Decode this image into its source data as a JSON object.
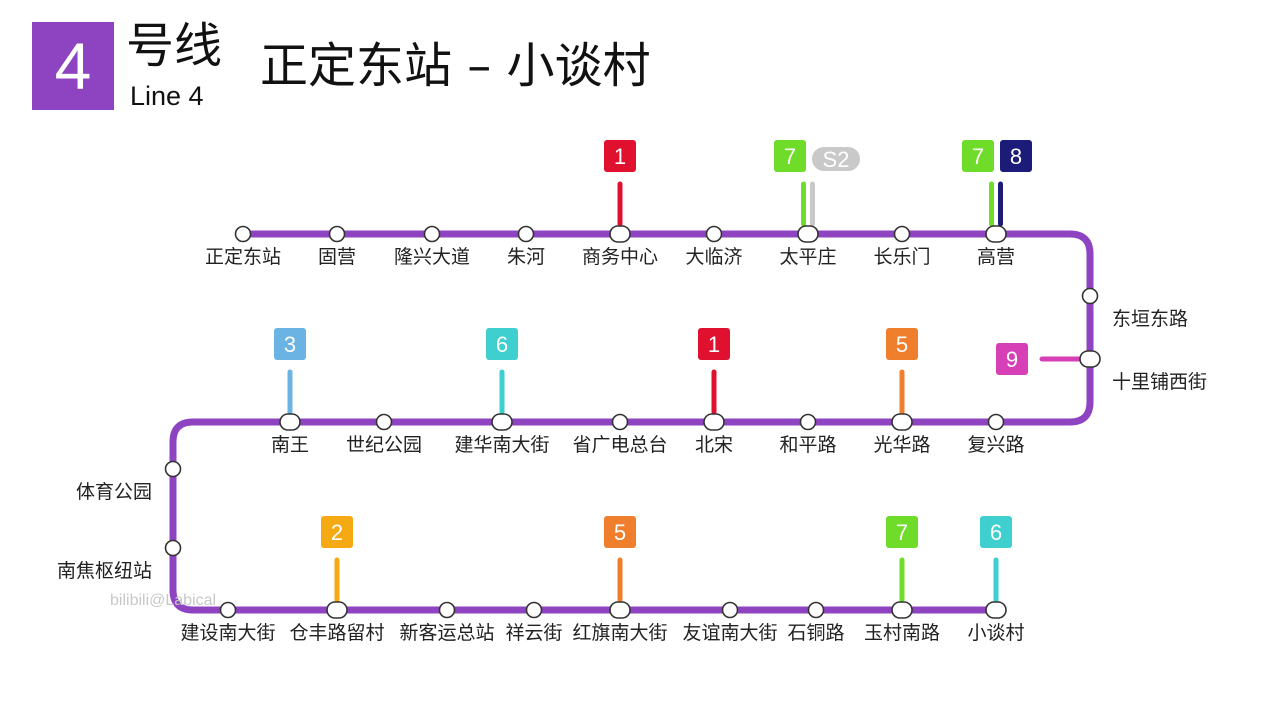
{
  "header": {
    "line_number": "4",
    "line_name_cn": "号线",
    "line_name_en": "Line 4",
    "route": "正定东站 – 小谈村"
  },
  "line_color": "#8e44c0",
  "watermark": "bilibili@Labical",
  "rows": [
    {
      "id": "row1",
      "stations": [
        {
          "name": "正定东站"
        },
        {
          "name": "固营"
        },
        {
          "name": "隆兴大道"
        },
        {
          "name": "朱河"
        },
        {
          "name": "商务中心",
          "transfers": [
            {
              "line": "1",
              "color": "#e0102f"
            }
          ]
        },
        {
          "name": "大临济"
        },
        {
          "name": "太平庄",
          "transfers": [
            {
              "line": "7",
              "color": "#6fdc2a"
            },
            {
              "line": "S2",
              "color": "#c9c9c9",
              "pill": true
            }
          ]
        },
        {
          "name": "长乐门"
        },
        {
          "name": "高营",
          "transfers": [
            {
              "line": "7",
              "color": "#6fdc2a"
            },
            {
              "line": "8",
              "color": "#1c1c78"
            }
          ]
        }
      ]
    },
    {
      "id": "right",
      "stations": [
        {
          "name": "东垣东路"
        },
        {
          "name": "十里铺西街",
          "transfers": [
            {
              "line": "9",
              "color": "#d63fb5"
            }
          ]
        }
      ]
    },
    {
      "id": "row2",
      "stations": [
        {
          "name": "复兴路"
        },
        {
          "name": "光华路",
          "transfers": [
            {
              "line": "5",
              "color": "#f07f2d"
            }
          ]
        },
        {
          "name": "和平路"
        },
        {
          "name": "北宋",
          "transfers": [
            {
              "line": "1",
              "color": "#e0102f"
            }
          ]
        },
        {
          "name": "省广电总台"
        },
        {
          "name": "建华南大街",
          "transfers": [
            {
              "line": "6",
              "color": "#3fcfcf"
            }
          ]
        },
        {
          "name": "世纪公园"
        },
        {
          "name": "南王",
          "transfers": [
            {
              "line": "3",
              "color": "#6ab3e3"
            }
          ]
        }
      ]
    },
    {
      "id": "left",
      "stations": [
        {
          "name": "体育公园"
        },
        {
          "name": "南焦枢纽站"
        }
      ]
    },
    {
      "id": "row3",
      "stations": [
        {
          "name": "建设南大街"
        },
        {
          "name": "仓丰路留村",
          "transfers": [
            {
              "line": "2",
              "color": "#f5a912"
            }
          ]
        },
        {
          "name": "新客运总站"
        },
        {
          "name": "祥云街"
        },
        {
          "name": "红旗南大街",
          "transfers": [
            {
              "line": "5",
              "color": "#f07f2d"
            }
          ]
        },
        {
          "name": "友谊南大街"
        },
        {
          "name": "石铜路"
        },
        {
          "name": "玉村南路",
          "transfers": [
            {
              "line": "7",
              "color": "#6fdc2a"
            }
          ]
        },
        {
          "name": "小谈村",
          "transfers": [
            {
              "line": "6",
              "color": "#3fcfcf"
            }
          ]
        }
      ]
    }
  ]
}
